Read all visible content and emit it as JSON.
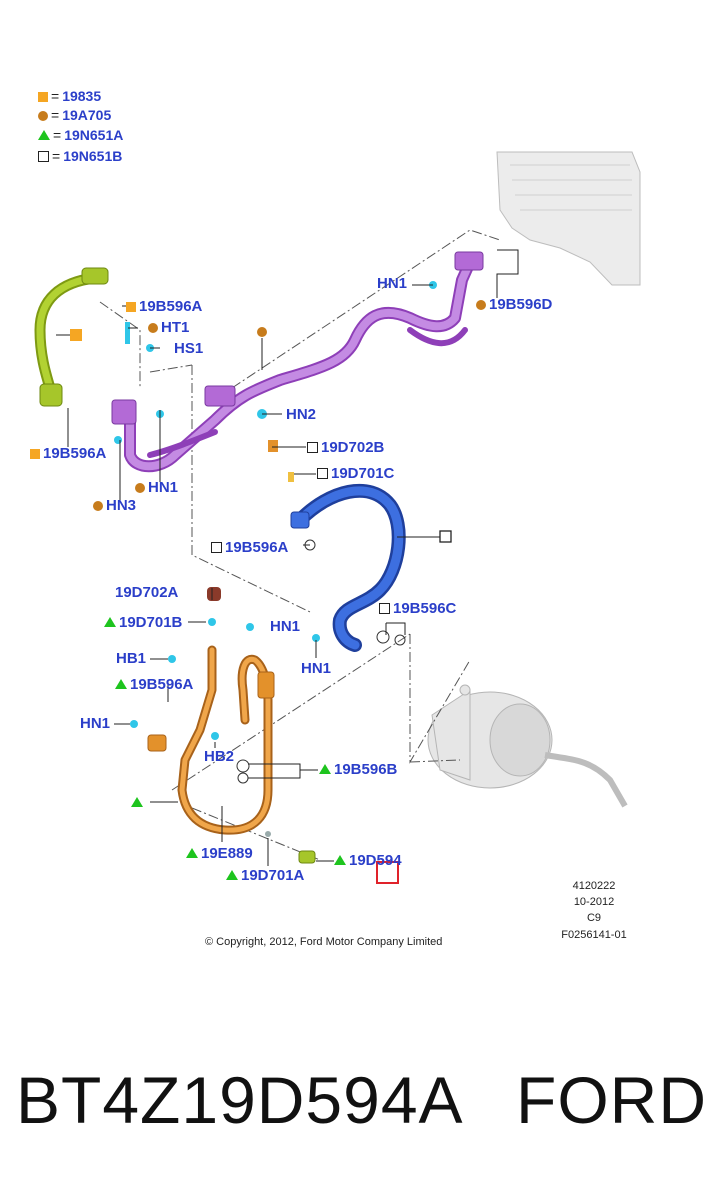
{
  "legend": [
    {
      "symbol": "filled-square-orange",
      "eq": "=",
      "code": "19835"
    },
    {
      "symbol": "filled-circle-brown",
      "eq": "=",
      "code": "19A705"
    },
    {
      "symbol": "filled-triangle-green",
      "eq": "=",
      "code": "19N651A"
    },
    {
      "symbol": "open-square",
      "eq": "=",
      "code": "19N651B"
    }
  ],
  "labels": {
    "l_19B596A_top": "19B596A",
    "l_HT1": "HT1",
    "l_HS1": "HS1",
    "l_19B596A_left": "19B596A",
    "l_HN3": "HN3",
    "l_HN1_a": "HN1",
    "l_HN2": "HN2",
    "l_HN1_top": "HN1",
    "l_19B596D": "19B596D",
    "l_19D702B": "19D702B",
    "l_19D701C": "19D701C",
    "l_19B596A_mid": "19B596A",
    "l_19B596C": "19B596C",
    "l_HN1_mid": "HN1",
    "l_HN1_blue": "HN1",
    "l_19D702A": "19D702A",
    "l_19D701B": "19D701B",
    "l_HB1": "HB1",
    "l_19B596A_low": "19B596A",
    "l_HN1_low": "HN1",
    "l_HB2": "HB2",
    "l_19B596B": "19B596B",
    "l_19E889": "19E889",
    "l_19D701A": "19D701A",
    "l_19D594": "19D594"
  },
  "meta": {
    "ref": "4120222",
    "date": "10-2012",
    "code": "C9",
    "fig": "F0256141-01"
  },
  "copyright": "© Copyright, 2012, Ford Motor Company Limited",
  "caption": {
    "part_number": "BT4Z19D594A",
    "brand": "FORD"
  },
  "colors": {
    "label_blue": "#2b3fc9",
    "hose_green": "#9cc21a",
    "hose_purple": "#b36ad6",
    "hose_blue": "#2f5fd0",
    "hose_orange": "#e3912b",
    "highlight_red": "#e0222a"
  }
}
